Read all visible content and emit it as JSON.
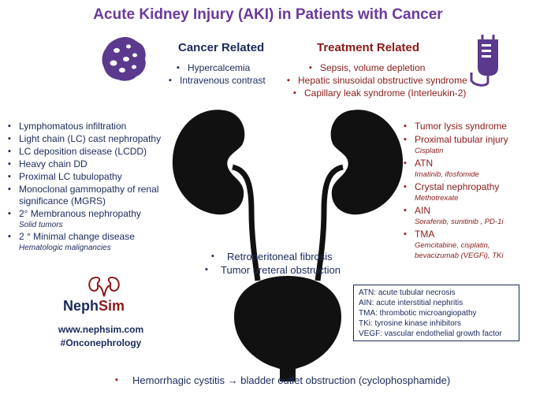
{
  "title": "Acute Kidney Injury (AKI) in Patients with Cancer",
  "cancer_related": {
    "heading": "Cancer Related",
    "items": [
      "Hypercalcemia",
      "Intravenous contrast"
    ]
  },
  "treatment_related": {
    "heading": "Treatment Related",
    "items": [
      "Sepsis, volume depletion",
      "Hepatic sinusoidal obstructive syndrome",
      "Capillary leak syndrome (Interleukin-2)"
    ]
  },
  "left_causes": [
    {
      "label": "Lymphomatous infiltration",
      "note": ""
    },
    {
      "label": "Light chain (LC)  cast nephropathy",
      "note": ""
    },
    {
      "label": "LC deposition disease (LCDD)",
      "note": ""
    },
    {
      "label": "Heavy chain DD",
      "note": ""
    },
    {
      "label": "Proximal LC tubulopathy",
      "note": ""
    },
    {
      "label": "Monoclonal gammopathy of renal significance (MGRS)",
      "note": ""
    },
    {
      "label": "2° Membranous nephropathy",
      "note": "Solid tumors"
    },
    {
      "label": "2 ° Minimal change disease",
      "note": "Hematologic malignancies"
    }
  ],
  "right_causes": [
    {
      "label": "Tumor lysis syndrome",
      "note": ""
    },
    {
      "label": "Proximal tubular injury",
      "note": "Cisplatin"
    },
    {
      "label": "ATN",
      "note": "Imatinib, ifosfomide"
    },
    {
      "label": "Crystal nephropathy",
      "note": "Methotrexate"
    },
    {
      "label": "AIN",
      "note": "Sorafenib, sunitinib , PD-1i"
    },
    {
      "label": "TMA",
      "note": "Gemcitabine, cisplatin, bevacizumab (VEGFi), TKi"
    }
  ],
  "center_causes": [
    "Retroperitoneal fibrosis",
    "Tumor ureteral obstruction"
  ],
  "bottom_cause": "Hemorrhagic cystitis → bladder outlet obstruction (cyclophosphamide)",
  "legend": [
    "ATN: acute tubular necrosis",
    "AIN: acute interstitial nephritis",
    "TMA: thrombotic microangiopathy",
    "TKi: tyrosine kinase inhibitors",
    "VEGF: vascular endothelial growth factor"
  ],
  "logo": {
    "part1": "Neph",
    "part2": "Sim"
  },
  "website": "www.nephsim.com",
  "hashtag": "#Onconephrology",
  "colors": {
    "title": "#6a3a9c",
    "navy": "#1b2a5c",
    "red": "#8b1a1a",
    "kidney": "#111111",
    "icon": "#5b3a8e"
  }
}
